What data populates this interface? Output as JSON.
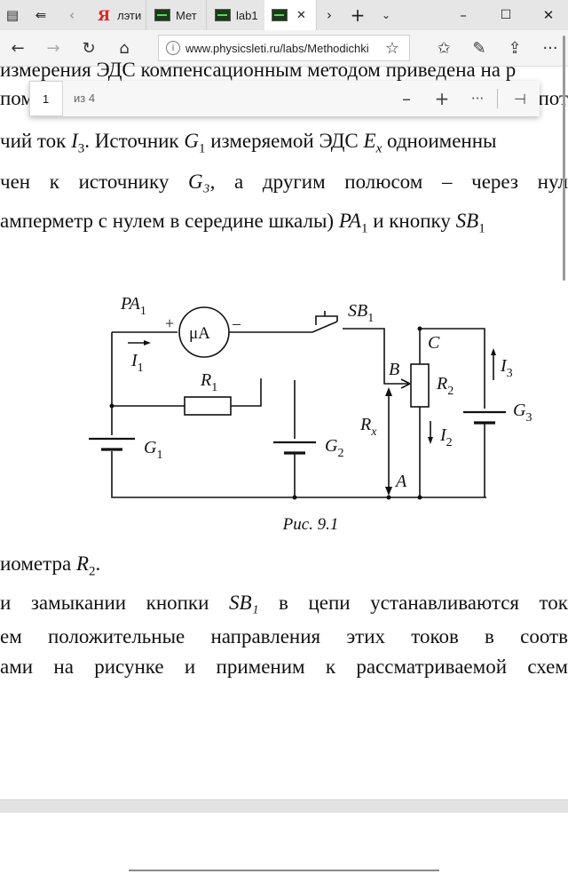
{
  "browser": {
    "tabs": [
      {
        "label": "лэти"
      },
      {
        "label": "Мет"
      },
      {
        "label": "lab1"
      },
      {
        "label": ""
      }
    ],
    "address": "www.physicsleti.ru/labs/Methodichki",
    "icons": [
      "tab-list-icon",
      "set-aside-icon",
      "back-icon",
      "forward-icon",
      "refresh-icon",
      "home-icon",
      "favorite-icon",
      "favorites-list-icon",
      "pen-icon",
      "share-icon",
      "more-icon"
    ]
  },
  "pdf_toolbar": {
    "page_value": "1",
    "page_count": "из 4"
  },
  "document": {
    "top_fragment": "измерения ЭДС компенсационным методом приведена на р",
    "l1": [
      "пом",
      "пот"
    ],
    "l2": {
      "a": "чий ток ",
      "b": "I",
      "c": "3",
      "d": ". Источник ",
      "e": "G",
      "f": "1",
      "g": " измеряемой ЭДС ",
      "h": "E",
      "i": "x",
      "j": " одноименны"
    },
    "l3": [
      "чен",
      "к",
      "источнику",
      "G₃,",
      "а",
      "другим",
      "полюсом",
      "–",
      "через",
      "нул"
    ],
    "l4": {
      "a": "амперметр с нулем в середине шкалы) ",
      "b": "PA",
      "c": "1",
      "d": " и кнопку ",
      "e": "SB",
      "f": "1"
    },
    "l5": {
      "a": "иометра ",
      "b": "R",
      "c": "2",
      "d": "."
    },
    "l6": [
      "и",
      "замыкании",
      "кнопки",
      "SB₁",
      "в",
      "цепи",
      "устанавливаются",
      "ток"
    ],
    "l7": [
      "ем",
      "положительные",
      "направления",
      "этих",
      "токов",
      "в",
      "соотв"
    ],
    "l8": [
      "ами",
      "на",
      "рисунке",
      "и",
      "применим",
      "к",
      "рассматриваемой",
      "схем"
    ]
  },
  "figure": {
    "caption": "Рис. 9.1",
    "labels": {
      "pa": "PA",
      "pa_sub": "1",
      "meter": "μA",
      "plus": "+",
      "minus": "–",
      "sb": "SB",
      "sb_sub": "1",
      "i1": "I",
      "i1_sub": "1",
      "r1": "R",
      "r1_sub": "1",
      "b": "B",
      "c": "C",
      "r2": "R",
      "r2_sub": "2",
      "i3": "I",
      "i3_sub": "3",
      "rx": "R",
      "rx_sub": "x",
      "i2": "I",
      "i2_sub": "2",
      "g1": "G",
      "g1_sub": "1",
      "g2": "G",
      "g2_sub": "2",
      "g3": "G",
      "g3_sub": "3",
      "a": "A"
    }
  }
}
